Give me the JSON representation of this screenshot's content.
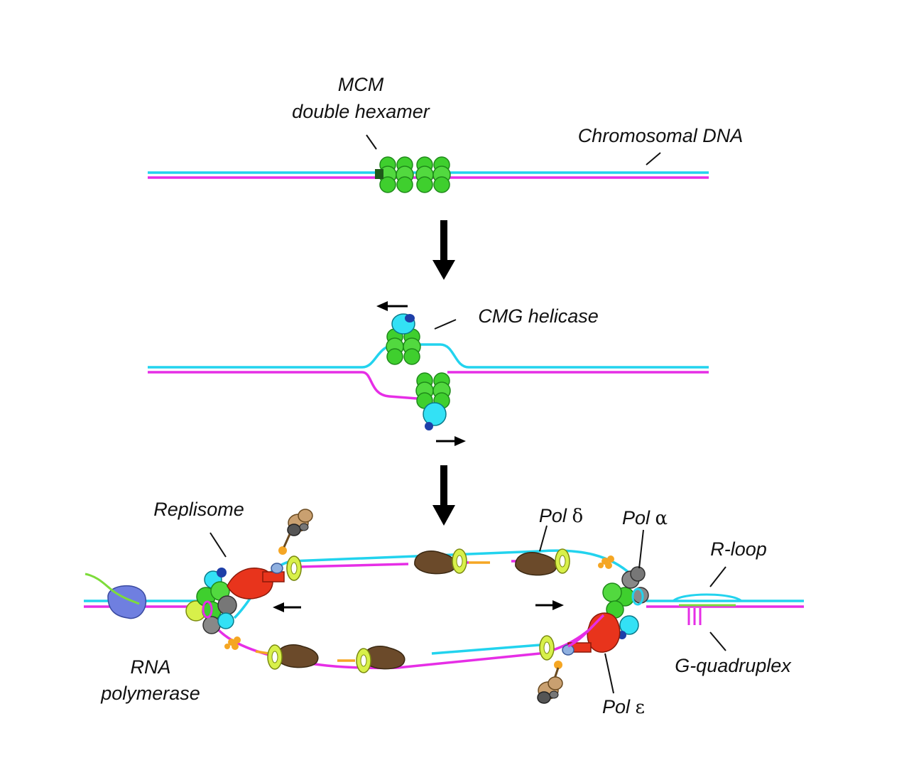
{
  "labels": {
    "mcm_line1": "MCM",
    "mcm_line2": "double hexamer",
    "chromosomal_dna": "Chromosomal DNA",
    "cmg_helicase": "CMG helicase",
    "replisome": "Replisome",
    "pol_delta_prefix": "Pol ",
    "pol_delta_symbol": "δ",
    "pol_alpha_prefix": "Pol ",
    "pol_alpha_symbol": "α",
    "pol_epsilon_prefix": "Pol ",
    "pol_epsilon_symbol": "ε",
    "r_loop": "R-loop",
    "g_quadruplex": "G-quadruplex",
    "rna_line1": "RNA",
    "rna_line2": "polymerase"
  },
  "colors": {
    "leading_strand": "#22d3ee",
    "lagging_strand": "#e62ee6",
    "mcm": "#3fcf2e",
    "mcm_dark": "#1f8a1a",
    "cdc45": "#33e1f5",
    "gins": "#1e3fa8",
    "pcna": "#d8f04a",
    "pol_delta": "#6b4a2a",
    "pol_epsilon": "#e8341c",
    "pol_alpha": "#8a8a8a",
    "primase_hand": "#c9a070",
    "rna_polymerase": "#6f7fe0",
    "primer": "#f5a623",
    "rna": "#7ddc3a",
    "arrow": "#000000"
  }
}
